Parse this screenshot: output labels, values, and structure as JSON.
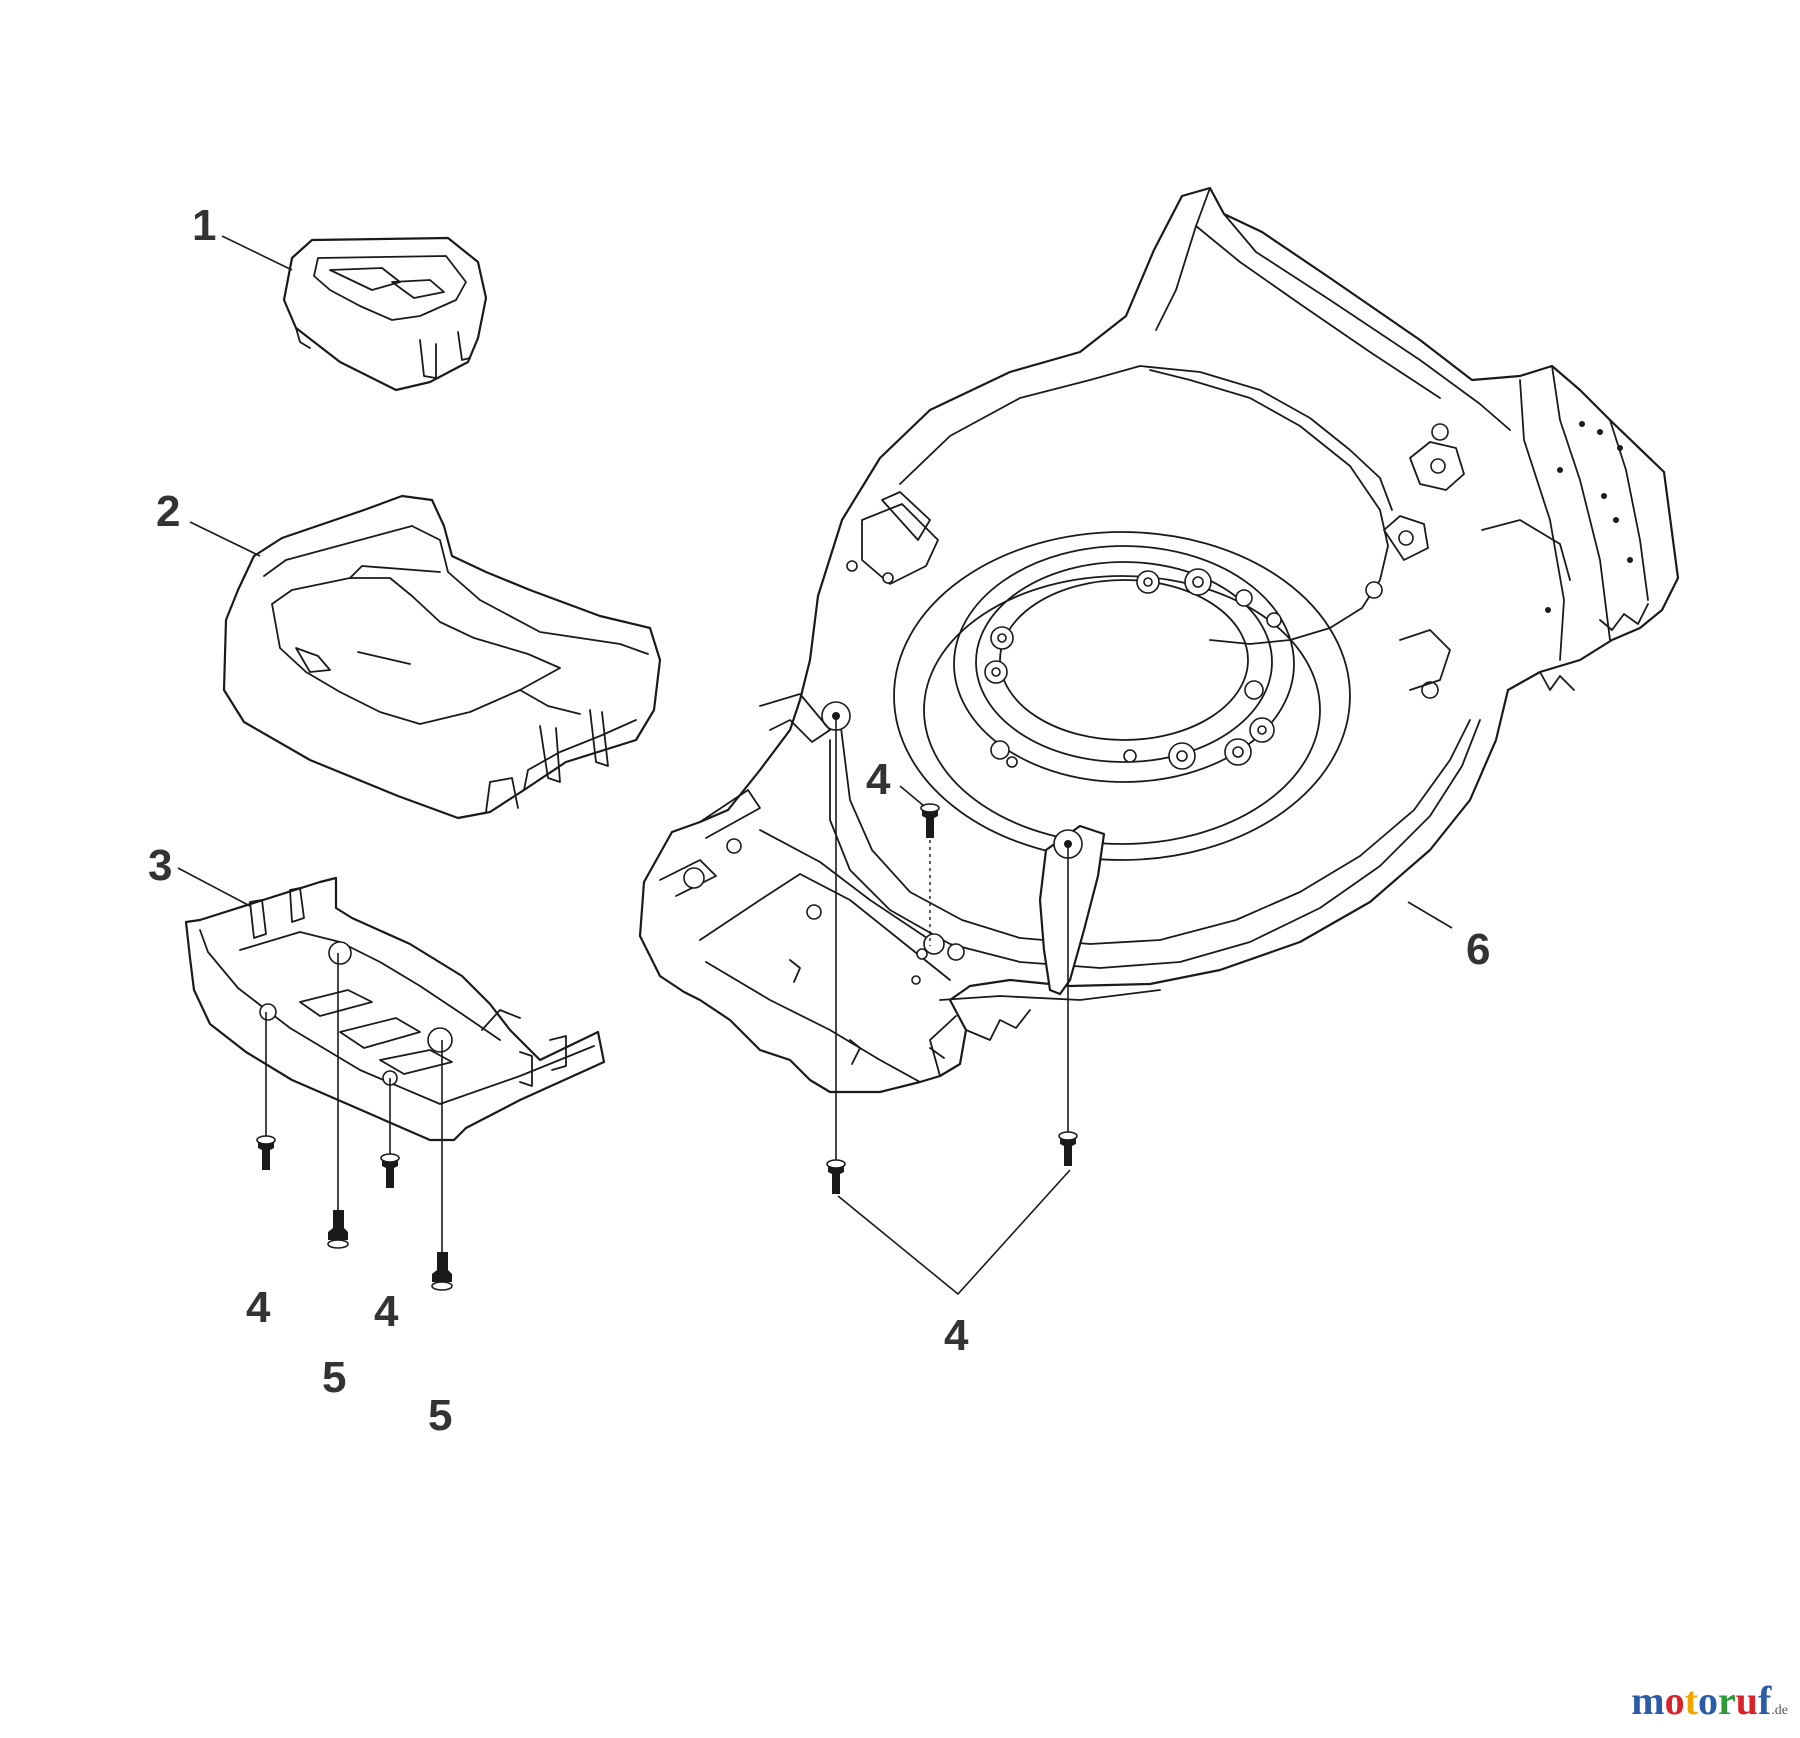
{
  "callouts": {
    "c1": "1",
    "c2": "2",
    "c3": "3",
    "c4_deck": "4",
    "c6": "6",
    "c4_plate_a": "4",
    "c5_plate_a": "5",
    "c4_plate_b": "4",
    "c5_plate_b": "5",
    "c4_bottom": "4"
  },
  "watermark": {
    "m": "m",
    "o1": "o",
    "t": "t",
    "o2": "o",
    "r": "r",
    "u": "u",
    "f": "f",
    "suffix": ".de",
    "colors": {
      "m": "#2a5caa",
      "o1": "#d8232a",
      "t": "#f0a500",
      "o2": "#2a5caa",
      "r": "#2e9a3a",
      "u": "#d8232a",
      "f": "#2a5caa"
    }
  }
}
